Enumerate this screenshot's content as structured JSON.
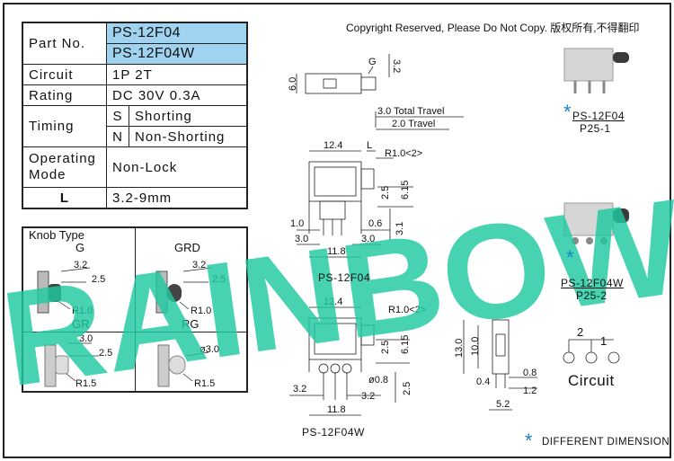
{
  "copyright": "Copyright Reserved, Please Do Not Copy. 版权所有,不得翻印",
  "spec": {
    "part_label": "Part No.",
    "part_numbers": [
      "PS-12F04",
      "PS-12F04W"
    ],
    "circuit_label": "Circuit",
    "circuit_value": "1P 2T",
    "rating_label": "Rating",
    "rating_value": "DC 30V 0.3A",
    "timing_label": "Timing",
    "timing_rows": [
      {
        "code": "S",
        "value": "Shorting"
      },
      {
        "code": "N",
        "value": "Non-Shorting"
      }
    ],
    "operating_label": "Operating Mode",
    "operating_value": "Non-Lock",
    "l_label": "L",
    "l_value": "3.2-9mm"
  },
  "knob": {
    "title": "Knob Type",
    "types": [
      "G",
      "GRD",
      "GR",
      "RG"
    ],
    "dims": {
      "g": [
        "3.2",
        "2.5",
        "R1.0"
      ],
      "grd": [
        "3.2",
        "2.5",
        "R1.0"
      ],
      "gr": [
        "3.0",
        "2.5",
        "R1.5"
      ],
      "rg": [
        "ø3.0",
        "R1.5"
      ]
    }
  },
  "top_view": {
    "dims": [
      "G",
      "3.2",
      "6.0",
      "3.0 Total Travel",
      "2.0 Travel"
    ]
  },
  "ps12f04": {
    "caption": "PS-12F04",
    "dims": [
      "12.4",
      "L",
      "R1.0<2>",
      "2.5",
      "6.15",
      "1.0",
      "0.6",
      "3.0",
      "3.0",
      "3.1",
      "11.8"
    ]
  },
  "ps12f04w": {
    "caption": "PS-12F04W",
    "dims": [
      "12.4",
      "R1.0<2>",
      "2.5",
      "6.15",
      "ø0.8",
      "3.2",
      "3.2",
      "2.5",
      "11.8"
    ]
  },
  "side_view": {
    "dims": [
      "13.0",
      "10.0",
      "0.8",
      "0.4",
      "1.2",
      "5.2"
    ]
  },
  "products": [
    {
      "name": "PS-12F04",
      "code": "P25-1"
    },
    {
      "name": "PS-12F04W",
      "code": "P25-2"
    }
  ],
  "circuit": {
    "pins": [
      "2",
      "1"
    ],
    "label": "Circuit"
  },
  "legend": {
    "star": "*",
    "text": "DIFFERENT DIMENSION"
  },
  "watermark": "RAINBOW",
  "colors": {
    "highlight": "#9fd3f0",
    "watermark": "#1ec9a0",
    "star": "#1a86c8"
  }
}
